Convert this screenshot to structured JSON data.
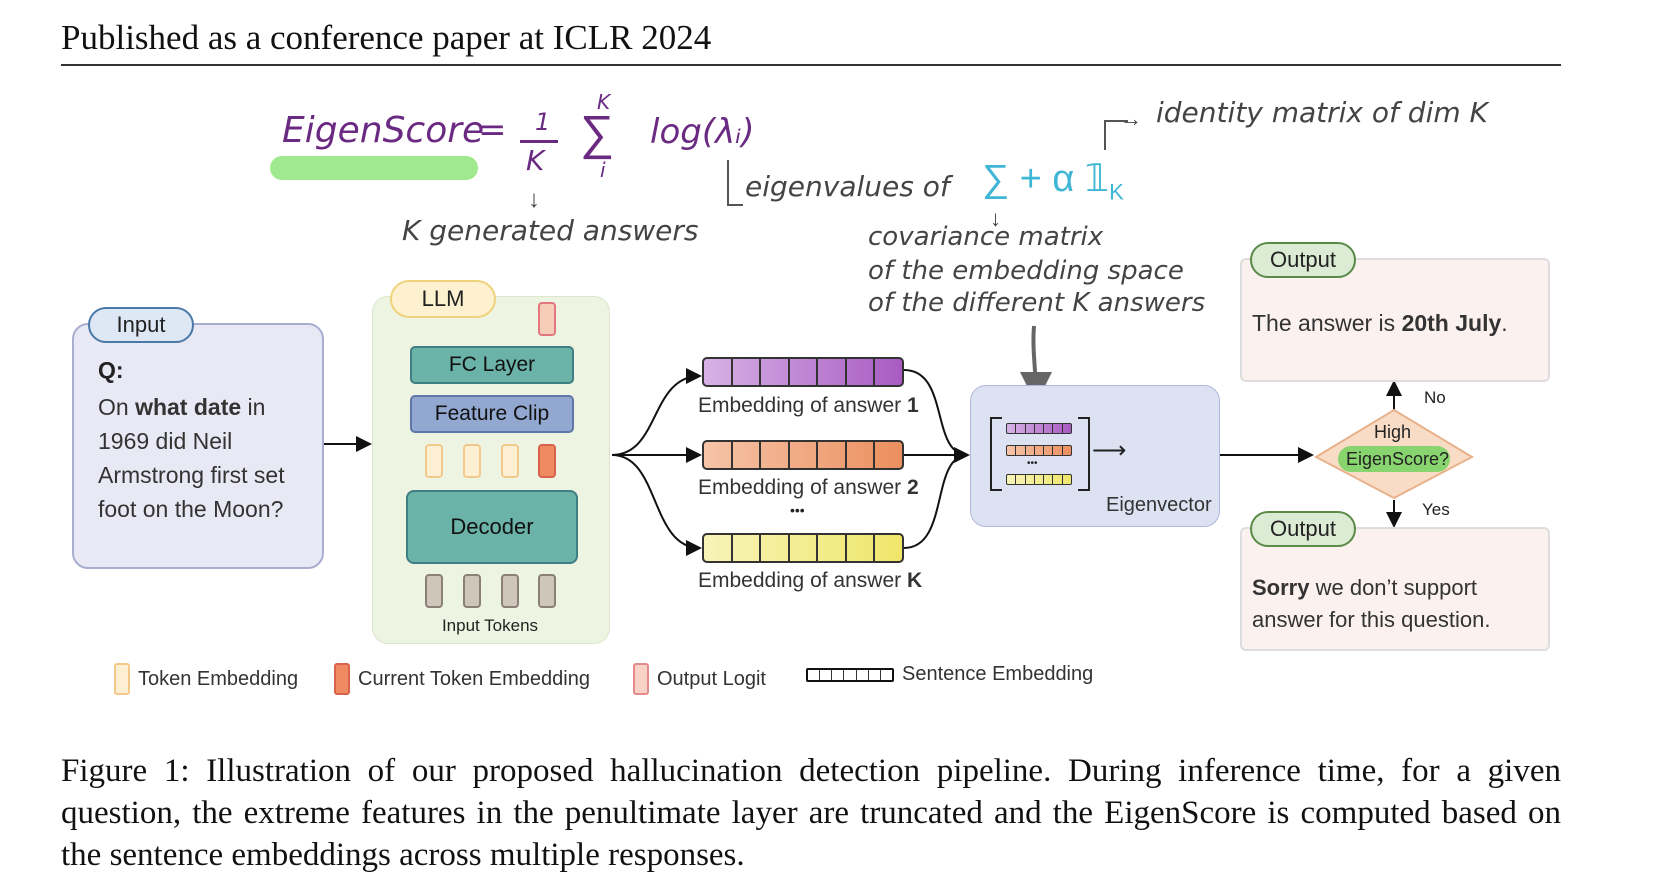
{
  "header": {
    "text": "Published as a conference paper at ICLR 2024"
  },
  "annotations": {
    "eigenscore_label": "EigenScore",
    "equals": "=",
    "frac_num": "1",
    "frac_den": "K",
    "sum_top": "K",
    "sum_symbol": "∑",
    "sum_bottom": "i",
    "log_term": "log(λᵢ)",
    "k_note": "K generated answers",
    "eigen_note": "eigenvalues of",
    "cov_formula": "∑ + α 𝟙",
    "cov_sub": "K",
    "identity_note": "identity matrix of dim K",
    "cov_note_1": "covariance matrix",
    "cov_note_2": "of the embedding space",
    "cov_note_3": "of the different K answers"
  },
  "input": {
    "tag": "Input",
    "q_label": "Q:",
    "q_pre": "On ",
    "q_bold": "what date",
    "q_post": " in 1969 did Neil Armstrong first set foot on the Moon?"
  },
  "llm": {
    "tag": "LLM",
    "fc_layer": "FC Layer",
    "feature_clip": "Feature Clip",
    "decoder": "Decoder",
    "input_tokens": "Input Tokens"
  },
  "embeddings": [
    {
      "label_pre": "Embedding of answer ",
      "label_bold": "1",
      "color_from": "#d7b2e6",
      "color_to": "#a85bc2"
    },
    {
      "label_pre": "Embedding of answer ",
      "label_bold": "2",
      "color_from": "#f6c4a8",
      "color_to": "#eb8f5e"
    },
    {
      "label_pre": "Embedding of answer ",
      "label_bold": "K",
      "color_from": "#f7f4b8",
      "color_to": "#efe66a"
    }
  ],
  "ellipsis": "•••",
  "matrix_ellipsis": "•••",
  "eigenvector_label": "Eigenvector",
  "decision": {
    "line1": "High",
    "line2": "EigenScore?",
    "no": "No",
    "yes": "Yes"
  },
  "output_top": {
    "tag": "Output",
    "pre": "The answer is ",
    "bold": "20th July",
    "post": "."
  },
  "output_bottom": {
    "tag": "Output",
    "bold": "Sorry",
    "post": " we don’t support answer for this question."
  },
  "legend": [
    {
      "label": "Token Embedding",
      "color": "#fdf0d2",
      "border": "#f2c98a"
    },
    {
      "label": "Current Token Embedding",
      "color": "#ef8a62",
      "border": "#d9634a"
    },
    {
      "label": "Output Logit",
      "color": "#f9d2c6",
      "border": "#e58a8a"
    },
    {
      "label": "Sentence Embedding"
    }
  ],
  "caption": {
    "text": "Figure 1: Illustration of our proposed hallucination detection pipeline. During inference time, for a given question, the extreme features in the penultimate layer are truncated and the EigenScore is computed based on the sentence embeddings across multiple responses."
  }
}
